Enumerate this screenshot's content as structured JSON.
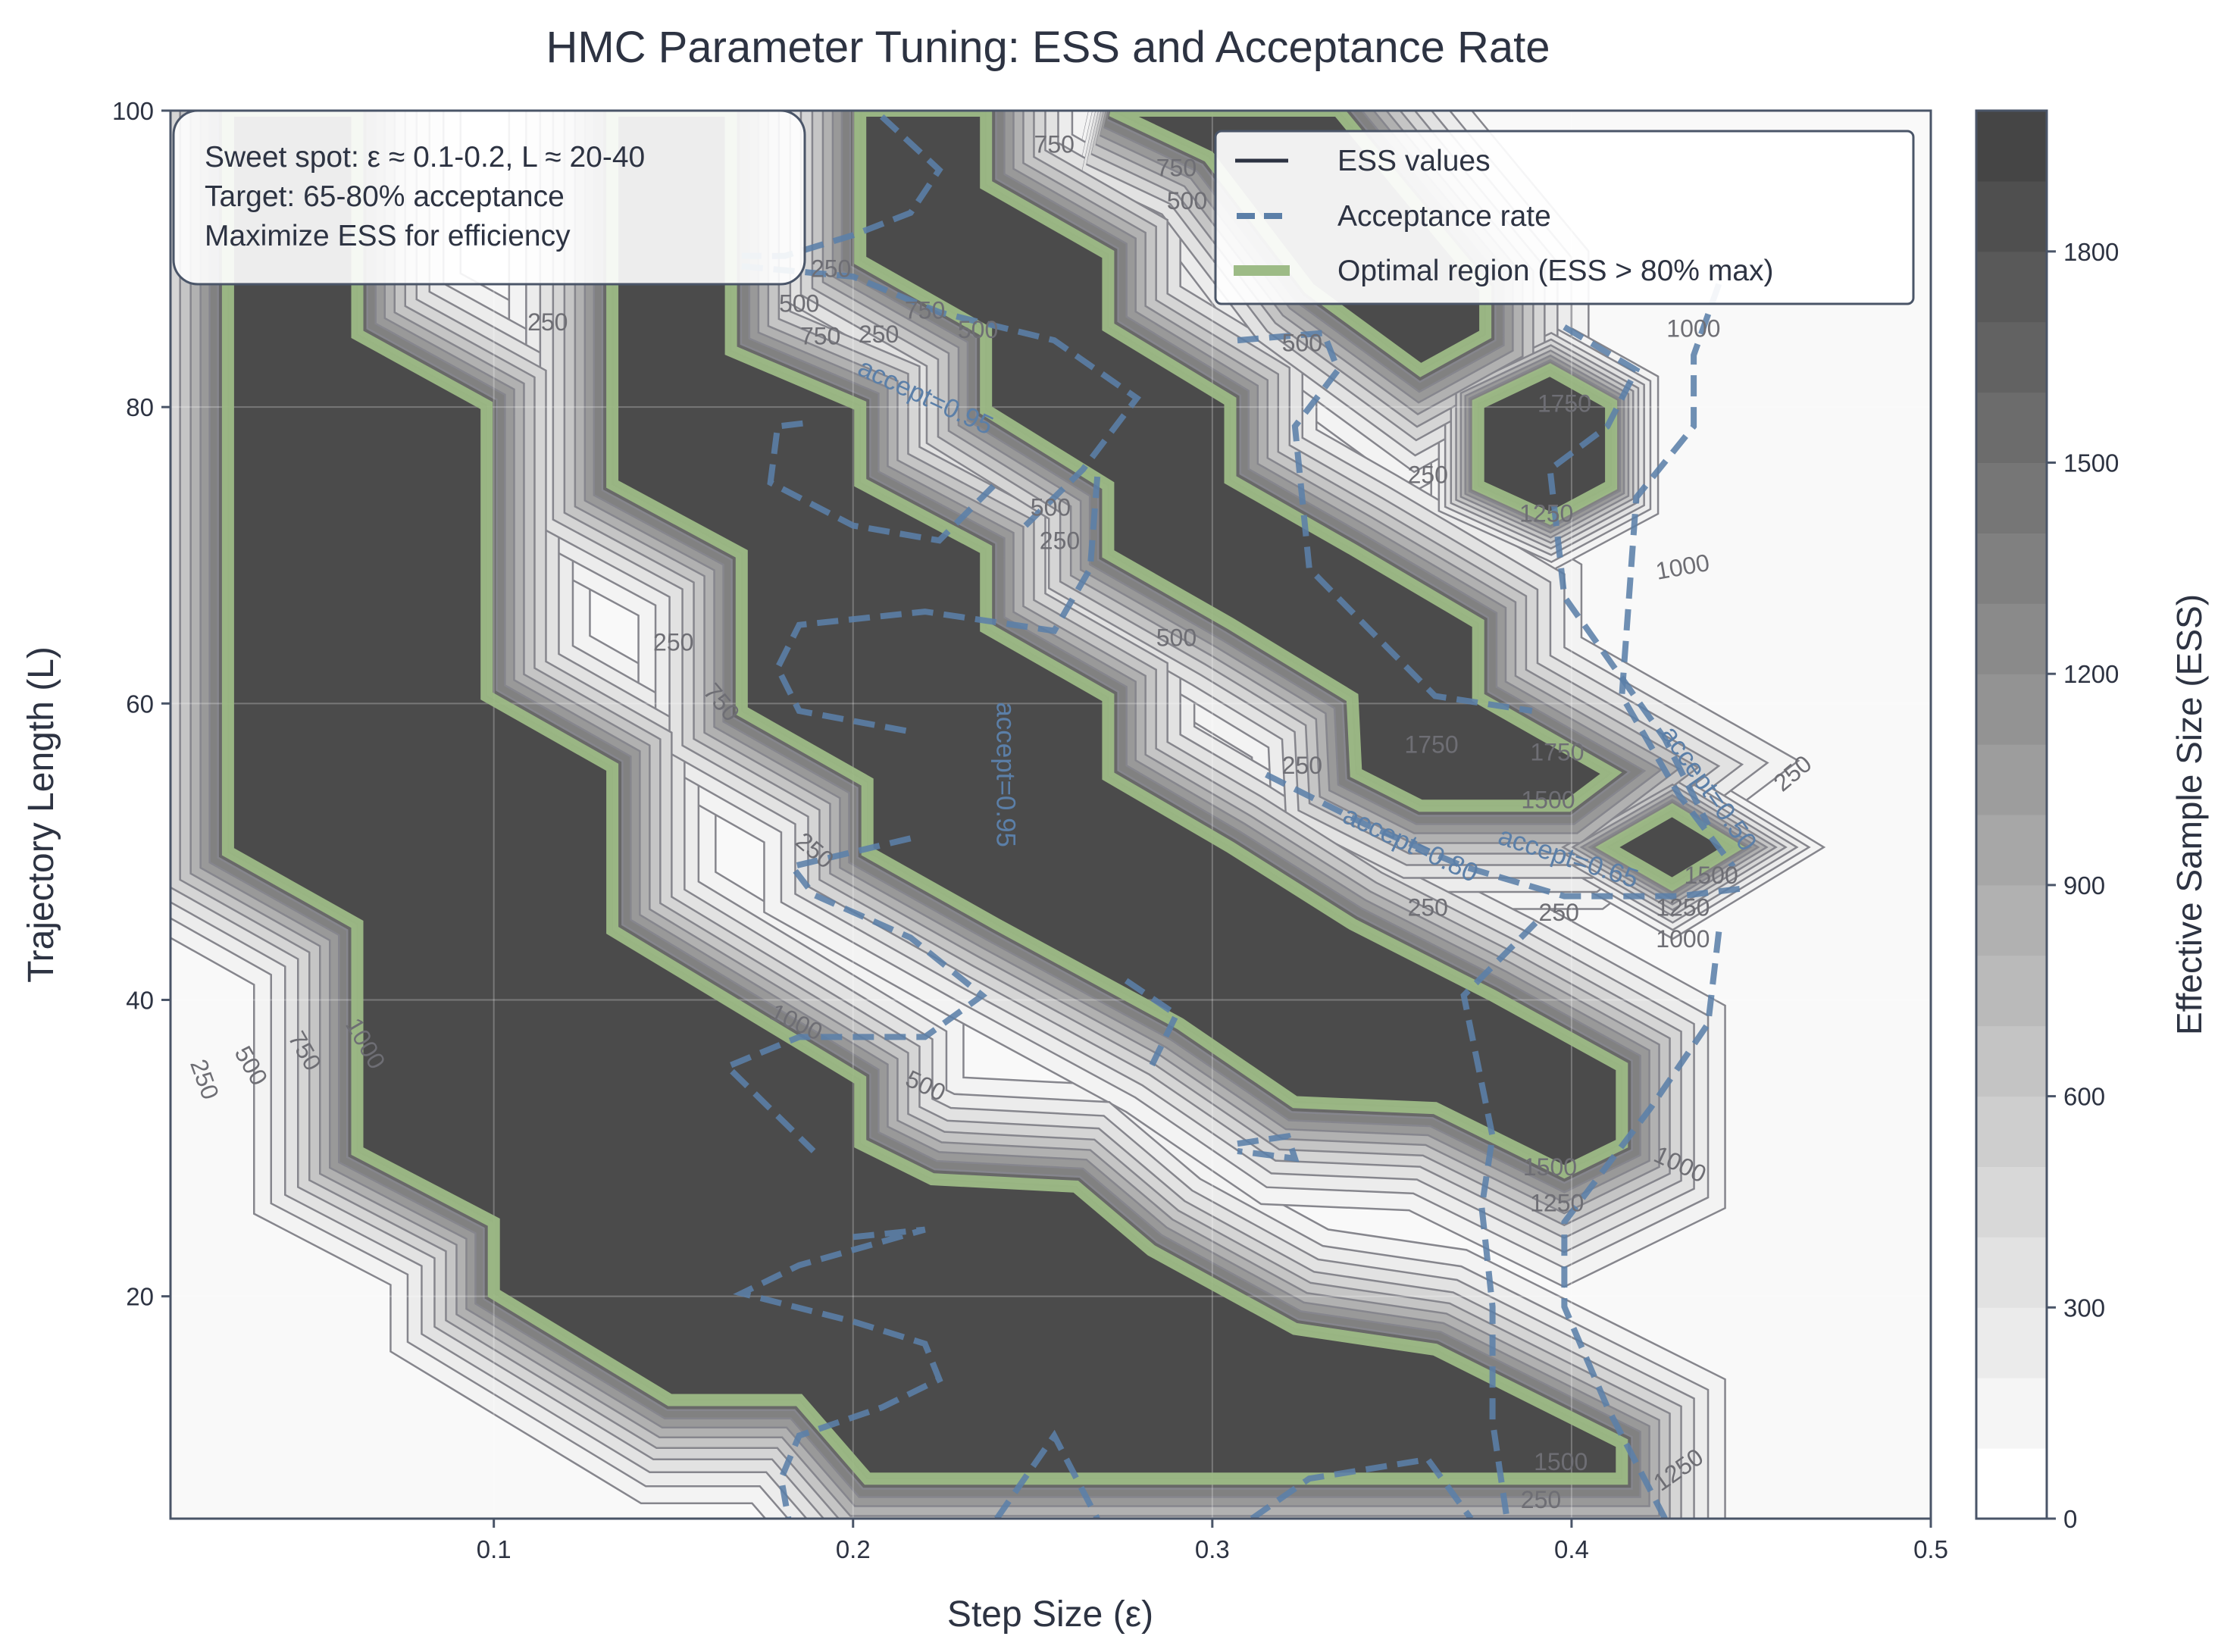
{
  "chart_data": {
    "type": "contour",
    "title": "HMC Parameter Tuning: ESS and Acceptance Rate",
    "xlabel": "Step Size (ε)",
    "ylabel": "Trajectory Length (L)",
    "xlim": [
      0.01,
      0.5
    ],
    "ylim": [
      5,
      100
    ],
    "xticks": [
      0.1,
      0.2,
      0.3,
      0.4,
      0.5
    ],
    "xtick_labels": [
      "0.1",
      "0.2",
      "0.3",
      "0.4",
      "0.5"
    ],
    "yticks": [
      20,
      40,
      60,
      80,
      100
    ],
    "ytick_labels": [
      "20",
      "40",
      "60",
      "80",
      "100"
    ],
    "grid": true,
    "colorbar": {
      "label": "Effective Sample Size (ESS)",
      "range": [
        0,
        2000
      ],
      "level_step": 100,
      "ticks": [
        0,
        300,
        600,
        900,
        1200,
        1500,
        1800
      ],
      "tick_labels": [
        "0",
        "300",
        "600",
        "900",
        "1200",
        "1500",
        "1800"
      ],
      "color_low": "#ffffff",
      "color_high": "#454545"
    },
    "legend": {
      "placement": "top-right",
      "entries": [
        {
          "label": "ESS values",
          "style": "solid",
          "color": "#2d3342"
        },
        {
          "label": "Acceptance rate",
          "style": "dashed",
          "color": "#5b7fa8"
        },
        {
          "label": "Optimal region (ESS > 80% max)",
          "style": "thick",
          "color": "#9dbb86"
        }
      ]
    },
    "annotation": {
      "placement": "top-left",
      "lines": [
        "Sweet spot: ε ≈ 0.1-0.2, L ≈ 20-40",
        "Target: 65-80% acceptance",
        "Maximize ESS for efficiency"
      ]
    },
    "optimal_regions": [
      {
        "name": "band-1",
        "points": [
          [
            0.026,
            100
          ],
          [
            0.026,
            50
          ],
          [
            0.062,
            45.1
          ],
          [
            0.062,
            29.8
          ],
          [
            0.1,
            25
          ],
          [
            0.1,
            20.2
          ],
          [
            0.149,
            13
          ],
          [
            0.185,
            13
          ],
          [
            0.204,
            7.7
          ],
          [
            0.414,
            7.7
          ],
          [
            0.414,
            10.1
          ],
          [
            0.362,
            16.4
          ],
          [
            0.323,
            17.8
          ],
          [
            0.283,
            23.1
          ],
          [
            0.262,
            27.4
          ],
          [
            0.222,
            27.9
          ],
          [
            0.202,
            30.3
          ],
          [
            0.202,
            34.6
          ],
          [
            0.133,
            44.7
          ],
          [
            0.133,
            55.7
          ],
          [
            0.098,
            60.5
          ],
          [
            0.098,
            80.1
          ],
          [
            0.062,
            84.9
          ],
          [
            0.062,
            100
          ]
        ]
      },
      {
        "name": "band-2",
        "points": [
          [
            0.133,
            100
          ],
          [
            0.133,
            74.8
          ],
          [
            0.169,
            70.1
          ],
          [
            0.169,
            59.5
          ],
          [
            0.204,
            54.7
          ],
          [
            0.204,
            50
          ],
          [
            0.24,
            45.1
          ],
          [
            0.291,
            38.4
          ],
          [
            0.323,
            33.1
          ],
          [
            0.362,
            32.7
          ],
          [
            0.398,
            28.4
          ],
          [
            0.414,
            30.3
          ],
          [
            0.414,
            35.5
          ],
          [
            0.378,
            40.3
          ],
          [
            0.339,
            45.1
          ],
          [
            0.305,
            50.3
          ],
          [
            0.271,
            55.1
          ],
          [
            0.271,
            60.4
          ],
          [
            0.237,
            65.1
          ],
          [
            0.237,
            70.4
          ],
          [
            0.202,
            74.9
          ],
          [
            0.202,
            80.1
          ],
          [
            0.166,
            83.8
          ],
          [
            0.166,
            100
          ]
        ]
      },
      {
        "name": "band-3",
        "points": [
          [
            0.202,
            100
          ],
          [
            0.202,
            89.9
          ],
          [
            0.237,
            85.1
          ],
          [
            0.237,
            79.8
          ],
          [
            0.271,
            74.7
          ],
          [
            0.271,
            70.1
          ],
          [
            0.305,
            65.4
          ],
          [
            0.339,
            60.4
          ],
          [
            0.34,
            55.3
          ],
          [
            0.358,
            53.1
          ],
          [
            0.399,
            53.1
          ],
          [
            0.411,
            55.3
          ],
          [
            0.374,
            60.4
          ],
          [
            0.374,
            65.4
          ],
          [
            0.339,
            70.4
          ],
          [
            0.305,
            75.1
          ],
          [
            0.305,
            80.4
          ],
          [
            0.271,
            85.4
          ],
          [
            0.271,
            90.3
          ],
          [
            0.237,
            95
          ],
          [
            0.237,
            100
          ]
        ]
      },
      {
        "name": "band-4",
        "points": [
          [
            0.272,
            100
          ],
          [
            0.299,
            96.9
          ],
          [
            0.327,
            88
          ],
          [
            0.358,
            82.5
          ],
          [
            0.376,
            84.9
          ],
          [
            0.376,
            88
          ],
          [
            0.352,
            95
          ],
          [
            0.335,
            100
          ]
        ]
      },
      {
        "name": "peak-hexagon",
        "points": [
          [
            0.374,
            80.2
          ],
          [
            0.394,
            82.5
          ],
          [
            0.411,
            80.2
          ],
          [
            0.411,
            74.7
          ],
          [
            0.394,
            72.5
          ],
          [
            0.374,
            74.7
          ]
        ]
      },
      {
        "name": "peak-diamond",
        "points": [
          [
            0.41,
            50.3
          ],
          [
            0.428,
            52.8
          ],
          [
            0.445,
            50.3
          ],
          [
            0.428,
            47.8
          ]
        ]
      }
    ],
    "acceptance_contours": [
      {
        "points": [
          [
            0.208,
            99.6
          ],
          [
            0.224,
            96
          ],
          [
            0.216,
            93.1
          ],
          [
            0.2,
            91.6
          ],
          [
            0.181,
            90.2
          ],
          [
            0.169,
            90.2
          ]
        ]
      },
      {
        "points": [
          [
            0.169,
            89.5
          ],
          [
            0.2,
            88.8
          ],
          [
            0.224,
            86.4
          ],
          [
            0.256,
            84.5
          ],
          [
            0.279,
            80.6
          ],
          [
            0.264,
            75.8
          ],
          [
            0.248,
            72
          ]
        ]
      },
      {
        "points": [
          [
            0.186,
            78.9
          ],
          [
            0.179,
            78.7
          ],
          [
            0.177,
            74.9
          ],
          [
            0.2,
            72
          ],
          [
            0.224,
            71
          ],
          [
            0.24,
            74.9
          ]
        ]
      },
      {
        "points": [
          [
            0.268,
            75.3
          ],
          [
            0.266,
            69.1
          ],
          [
            0.256,
            64.9
          ],
          [
            0.22,
            66.2
          ],
          [
            0.185,
            65.3
          ],
          [
            0.179,
            62.4
          ],
          [
            0.185,
            59.5
          ],
          [
            0.216,
            58.1
          ]
        ]
      },
      {
        "points": [
          [
            0.216,
            50.9
          ],
          [
            0.183,
            49
          ],
          [
            0.189,
            47.1
          ],
          [
            0.216,
            44.2
          ],
          [
            0.236,
            40.3
          ],
          [
            0.22,
            37.5
          ],
          [
            0.185,
            37.5
          ],
          [
            0.165,
            35.5
          ],
          [
            0.189,
            29.8
          ]
        ]
      },
      {
        "points": [
          [
            0.2,
            24
          ],
          [
            0.22,
            24.5
          ],
          [
            0.185,
            22.1
          ],
          [
            0.169,
            20.2
          ],
          [
            0.2,
            18.3
          ],
          [
            0.22,
            16.8
          ],
          [
            0.224,
            14.4
          ],
          [
            0.208,
            12.5
          ],
          [
            0.185,
            10.6
          ],
          [
            0.18,
            7.7
          ],
          [
            0.182,
            5
          ]
        ]
      },
      {
        "points": [
          [
            0.307,
            84.5
          ],
          [
            0.331,
            85
          ],
          [
            0.335,
            82.5
          ],
          [
            0.323,
            78.7
          ],
          [
            0.327,
            69.1
          ],
          [
            0.362,
            60.5
          ],
          [
            0.389,
            59.5
          ]
        ]
      },
      {
        "points": [
          [
            0.398,
            85.4
          ],
          [
            0.418,
            82.5
          ],
          [
            0.41,
            78.7
          ],
          [
            0.394,
            75.8
          ],
          [
            0.398,
            67.2
          ],
          [
            0.412,
            62.4
          ],
          [
            0.426,
            57.6
          ],
          [
            0.438,
            51.8
          ]
        ]
      },
      {
        "points": [
          [
            0.441,
            88.3
          ],
          [
            0.434,
            83.5
          ],
          [
            0.434,
            78.7
          ],
          [
            0.418,
            73.9
          ],
          [
            0.416,
            67.2
          ],
          [
            0.414,
            60.5
          ],
          [
            0.43,
            53.8
          ],
          [
            0.445,
            49
          ]
        ]
      },
      {
        "points": [
          [
            0.315,
            55.2
          ],
          [
            0.343,
            51.8
          ],
          [
            0.37,
            49
          ],
          [
            0.398,
            47
          ],
          [
            0.43,
            47
          ],
          [
            0.447,
            47.5
          ]
        ]
      },
      {
        "points": [
          [
            0.39,
            45.2
          ],
          [
            0.37,
            40.3
          ],
          [
            0.378,
            30.8
          ],
          [
            0.375,
            26
          ],
          [
            0.378,
            19.3
          ],
          [
            0.378,
            11.6
          ],
          [
            0.382,
            5
          ]
        ]
      },
      {
        "points": [
          [
            0.441,
            44.6
          ],
          [
            0.438,
            38.4
          ],
          [
            0.422,
            32.7
          ],
          [
            0.398,
            25
          ],
          [
            0.398,
            19.3
          ],
          [
            0.41,
            12.5
          ],
          [
            0.426,
            5
          ]
        ]
      },
      {
        "points": [
          [
            0.307,
            30.3
          ],
          [
            0.321,
            30.8
          ],
          [
            0.323,
            29.3
          ],
          [
            0.307,
            29.8
          ]
        ]
      },
      {
        "points": [
          [
            0.276,
            41.3
          ],
          [
            0.29,
            39
          ],
          [
            0.282,
            35
          ]
        ]
      },
      {
        "points": [
          [
            0.24,
            5
          ],
          [
            0.256,
            10.6
          ],
          [
            0.268,
            5
          ]
        ]
      },
      {
        "points": [
          [
            0.311,
            5
          ],
          [
            0.327,
            7.7
          ],
          [
            0.36,
            9
          ],
          [
            0.372,
            5
          ]
        ]
      }
    ],
    "acceptance_labels": [
      {
        "text": "accept=0.95",
        "x": 0.22,
        "y": 80.6,
        "angle": 25
      },
      {
        "text": "accept=0.95",
        "x": 0.242,
        "y": 55.2,
        "angle": 90
      },
      {
        "text": "accept=0.80",
        "x": 0.355,
        "y": 50.4,
        "angle": 25
      },
      {
        "text": "accept=0.65",
        "x": 0.396,
        "y": 49.5,
        "angle": 18
      },
      {
        "text": "accept=0.50",
        "x": 0.426,
        "y": 54.2,
        "angle": 55
      }
    ],
    "ess_labels": [
      {
        "text": "250",
        "x": 0.019,
        "y": 34.6,
        "angle": 70
      },
      {
        "text": "500",
        "x": 0.032,
        "y": 35.5,
        "angle": 60
      },
      {
        "text": "750",
        "x": 0.044,
        "y": 36.5,
        "angle": 60
      },
      {
        "text": "1000",
        "x": 0.052,
        "y": 37,
        "angle": 60
      },
      {
        "text": "250",
        "x": 0.115,
        "y": 85.6,
        "angle": 0
      },
      {
        "text": "250",
        "x": 0.15,
        "y": 64,
        "angle": 0
      },
      {
        "text": "750",
        "x": 0.163,
        "y": 60,
        "angle": 50
      },
      {
        "text": "1000",
        "x": 0.184,
        "y": 38.4,
        "angle": 25
      },
      {
        "text": "500",
        "x": 0.22,
        "y": 34.1,
        "angle": 25
      },
      {
        "text": "250",
        "x": 0.189,
        "y": 50,
        "angle": 40
      },
      {
        "text": "250",
        "x": 0.185,
        "y": 89.2,
        "angle": 0
      },
      {
        "text": "500",
        "x": 0.185,
        "y": 88.3,
        "angle": 0
      },
      {
        "text": "750",
        "x": 0.185,
        "y": 87.1,
        "angle": 0
      },
      {
        "text": "750",
        "x": 0.22,
        "y": 86.4,
        "angle": 0
      },
      {
        "text": "500",
        "x": 0.22,
        "y": 85.1,
        "angle": 0
      },
      {
        "text": "250",
        "x": 0.22,
        "y": 83,
        "angle": 0
      },
      {
        "text": "750",
        "x": 0.256,
        "y": 97.6,
        "angle": 0
      },
      {
        "text": "750",
        "x": 0.29,
        "y": 96,
        "angle": 0
      },
      {
        "text": "500",
        "x": 0.29,
        "y": 95,
        "angle": 0
      },
      {
        "text": "500",
        "x": 0.255,
        "y": 73.1,
        "angle": 0
      },
      {
        "text": "250",
        "x": 0.255,
        "y": 71.2,
        "angle": 0
      },
      {
        "text": "500",
        "x": 0.29,
        "y": 64.3,
        "angle": 0
      },
      {
        "text": "500",
        "x": 0.325,
        "y": 84.2,
        "angle": 0
      },
      {
        "text": "250",
        "x": 0.36,
        "y": 75.3,
        "angle": 0
      },
      {
        "text": "1750",
        "x": 0.398,
        "y": 80.1,
        "angle": 0
      },
      {
        "text": "1250",
        "x": 0.393,
        "y": 72.7,
        "angle": 0
      },
      {
        "text": "1000",
        "x": 0.431,
        "y": 69.1,
        "angle": -10
      },
      {
        "text": "1000",
        "x": 0.431,
        "y": 86.4,
        "angle": 0
      },
      {
        "text": "250",
        "x": 0.453,
        "y": 55.2,
        "angle": -40
      },
      {
        "text": "250",
        "x": 0.325,
        "y": 55.7,
        "angle": 0
      },
      {
        "text": "1750",
        "x": 0.361,
        "y": 57.1,
        "angle": 0
      },
      {
        "text": "1750",
        "x": 0.396,
        "y": 56.6,
        "angle": 0
      },
      {
        "text": "1500",
        "x": 0.396,
        "y": 53,
        "angle": 0
      },
      {
        "text": "1500",
        "x": 0.43,
        "y": 52,
        "angle": 0
      },
      {
        "text": "250",
        "x": 0.36,
        "y": 50.4,
        "angle": 0
      },
      {
        "text": "250",
        "x": 0.395,
        "y": 46.4,
        "angle": 0
      },
      {
        "text": "1250",
        "x": 0.431,
        "y": 46.1,
        "angle": 0
      },
      {
        "text": "1000",
        "x": 0.431,
        "y": 44.7,
        "angle": 0
      },
      {
        "text": "1500",
        "x": 0.394,
        "y": 28.6,
        "angle": 0
      },
      {
        "text": "1250",
        "x": 0.393,
        "y": 27.4,
        "angle": 0
      },
      {
        "text": "1000",
        "x": 0.43,
        "y": 28.8,
        "angle": 25
      },
      {
        "text": "1500",
        "x": 0.397,
        "y": 8.7,
        "angle": 0
      },
      {
        "text": "1250",
        "x": 0.43,
        "y": 8.2,
        "angle": -35
      },
      {
        "text": "250",
        "x": 0.394,
        "y": 5.8,
        "angle": 0
      }
    ]
  }
}
